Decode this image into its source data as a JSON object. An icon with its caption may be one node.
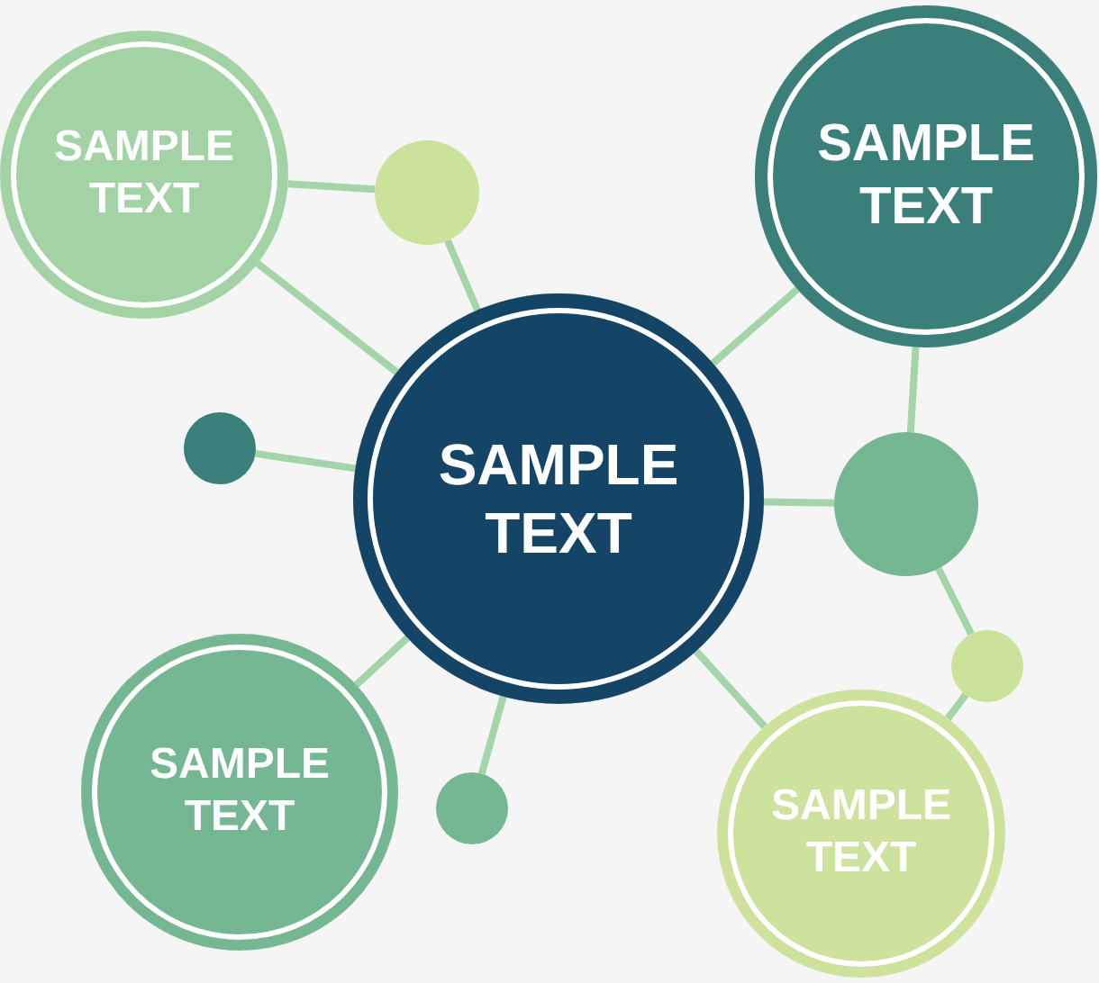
{
  "diagram": {
    "nodes": [
      {
        "text": [
          "SAMPLE TEXT"
        ]
      },
      {
        "text": [],
        "shape": "circle"
      },
      {
        "text": [
          "SAMPLE TEXT"
        ]
      },
      {
        "text": [],
        "shape": "circle"
      },
      {
        "text": [
          "SAMPLE TEXT"
        ]
      },
      {
        "text": [],
        "shape": "circle"
      },
      {
        "text": [],
        "shape": "circle"
      },
      {
        "text": [
          "SAMPLE TEXT"
        ]
      },
      {
        "text": [],
        "shape": "circle"
      },
      {
        "text": [
          "SAMPLE TEXT"
        ]
      }
    ],
    "edges": [
      {
        "from": 4,
        "to": 0,
        "arrow": "none"
      },
      {
        "from": 0,
        "to": 1,
        "arrow": "none"
      },
      {
        "from": 1,
        "to": 4,
        "arrow": "none"
      },
      {
        "from": 4,
        "to": 3,
        "arrow": "none"
      },
      {
        "from": 4,
        "to": 2,
        "arrow": "none"
      },
      {
        "from": 2,
        "to": 5,
        "arrow": "none"
      },
      {
        "from": 4,
        "to": 5,
        "arrow": "none"
      },
      {
        "from": 5,
        "to": 6,
        "arrow": "none"
      },
      {
        "from": 6,
        "to": 9,
        "arrow": "none"
      },
      {
        "from": 4,
        "to": 7,
        "arrow": "none"
      },
      {
        "from": 4,
        "to": 9,
        "arrow": "none"
      },
      {
        "from": 4,
        "to": 8,
        "arrow": "none"
      }
    ]
  }
}
